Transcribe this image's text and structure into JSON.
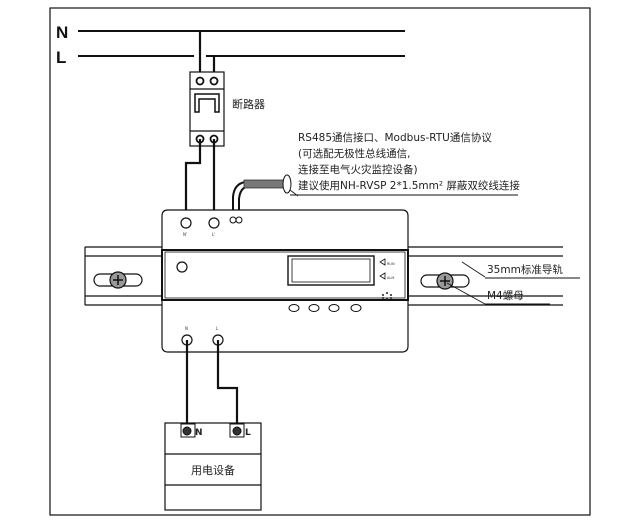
{
  "bus": {
    "n_label": "N",
    "l_label": "L"
  },
  "breaker": {
    "label": "断路器"
  },
  "rs485_note": {
    "lines": [
      "RS485通信接口、Modbus-RTU通信协议",
      "(可选配无极性总线通信,",
      "连接至电气火灾监控设备)",
      "建议使用NH-RVSP 2*1.5mm² 屏蔽双绞线连接"
    ]
  },
  "meter": {
    "input_terminals": [
      "N'",
      "L'"
    ],
    "output_terminals": [
      "N",
      "L"
    ]
  },
  "rail": {
    "label": "35mm标准导轨",
    "nut_label": "M4螺母"
  },
  "load": {
    "label": "用电设备",
    "n_label": "N",
    "l_label": "L"
  }
}
